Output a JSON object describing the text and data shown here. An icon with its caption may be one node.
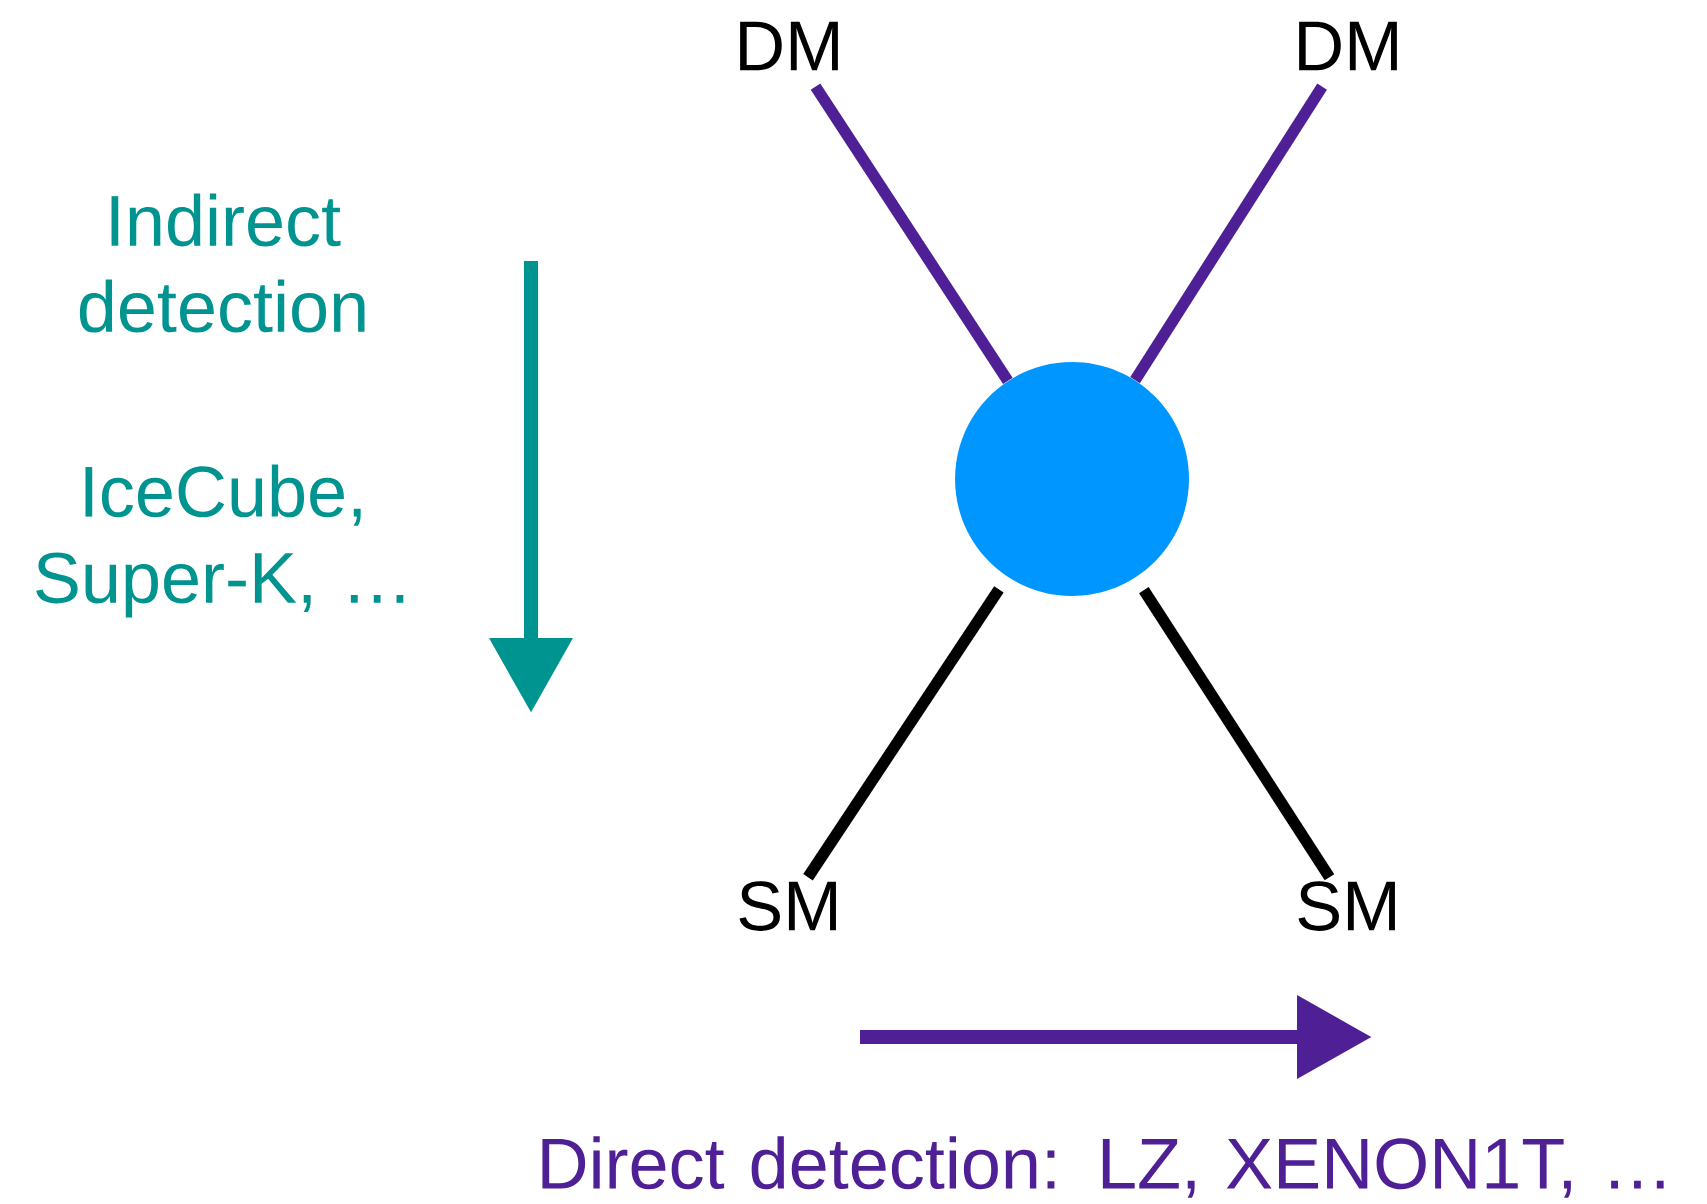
{
  "diagram": {
    "nodes": [
      {
        "text": [
          "DM"
        ]
      },
      {
        "text": [
          "DM"
        ]
      },
      {
        "text": [],
        "shape": "circle"
      },
      {
        "text": [
          "SM"
        ]
      },
      {
        "text": [
          "SM"
        ]
      }
    ],
    "edges": [
      {
        "from": 0,
        "to": 2,
        "arrow": "none",
        "color": "#4f1f96"
      },
      {
        "from": 1,
        "to": 2,
        "arrow": "none",
        "color": "#4f1f96"
      },
      {
        "from": 2,
        "to": 3,
        "arrow": "none",
        "color": "#000000"
      },
      {
        "from": 2,
        "to": 4,
        "arrow": "none",
        "color": "#000000"
      }
    ],
    "labels": [
      "Indirect detection",
      "IceCube, Super-K, …",
      "Direct detection: LZ, XENON1T, …"
    ]
  }
}
